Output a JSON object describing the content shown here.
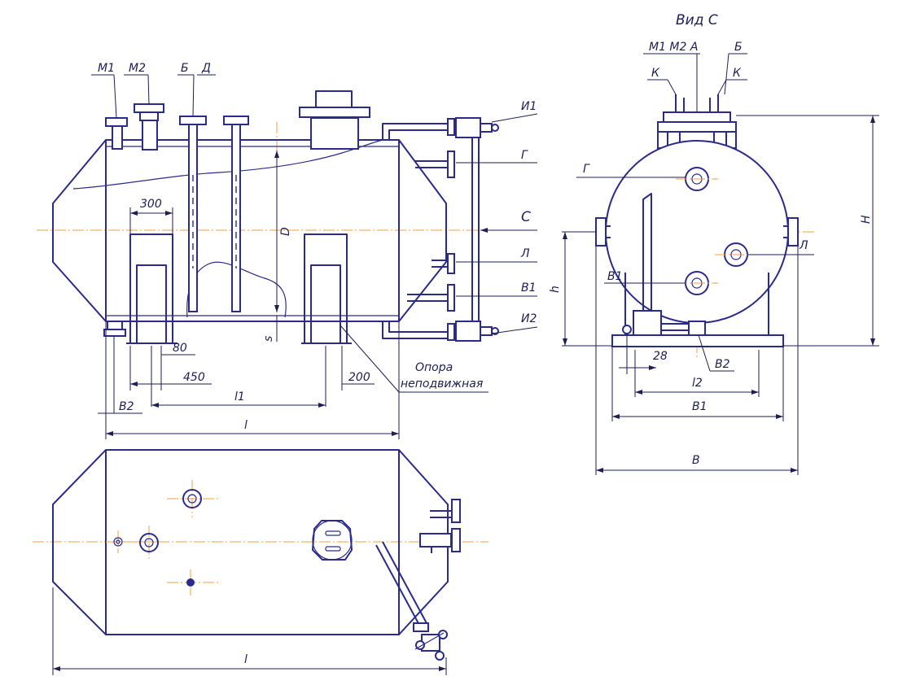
{
  "view_title": "Вид С",
  "labels": {
    "m1": "М1",
    "m2": "М2",
    "b_top": "Б",
    "d_top": "Д",
    "i1": "И1",
    "g": "Г",
    "c_arrow": "С",
    "l_nozzle": "Л",
    "v1": "В1",
    "i2": "И2",
    "D": "D",
    "s": "s",
    "support_1": "Опора",
    "support_2": "неподвижная",
    "v2": "В2",
    "m1m2a": "М1 М2  А",
    "b_side": "Б",
    "k_left": "К",
    "k_right": "К",
    "g_side": "Г",
    "l_side": "Л",
    "v1_side": "В1",
    "v2_side": "В2",
    "h": "h",
    "H": "H"
  },
  "dimensions": {
    "d300": "300",
    "d80": "80",
    "d450": "450",
    "d200": "200",
    "l1": "l1",
    "l_main": "l",
    "l_plan": "l",
    "d28": "28",
    "l2": "l2",
    "B1": "B1",
    "B": "B"
  }
}
